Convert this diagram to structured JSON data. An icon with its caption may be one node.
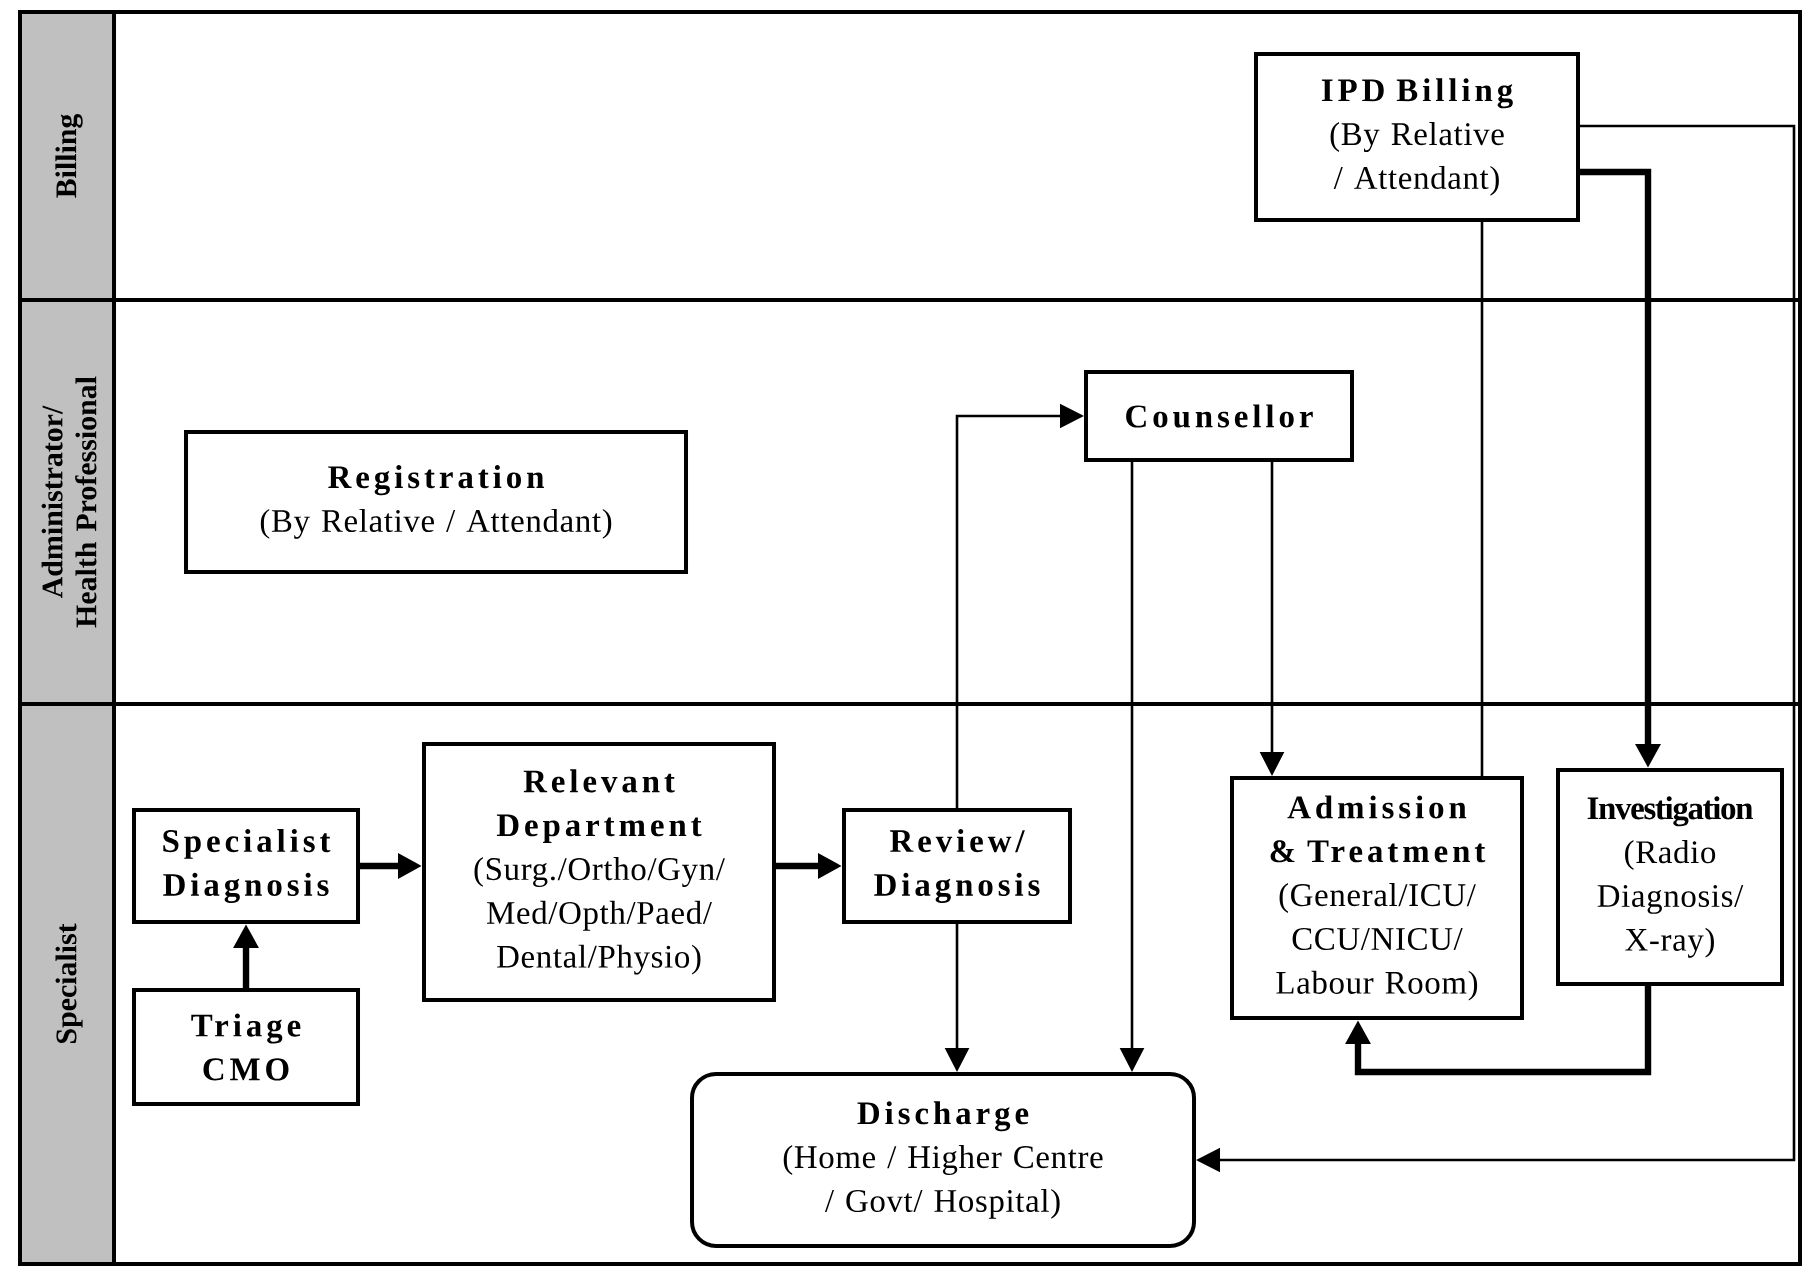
{
  "diagram": {
    "nodes": [
      {
        "text": [
          "Billing"
        ]
      },
      {
        "text": [
          "IPD Billing",
          "(By Relative / Attendant)"
        ],
        "in": 0
      },
      {
        "text": [
          "Administrator/ Health Professional"
        ]
      },
      {
        "text": [
          "Counsellor"
        ],
        "in": 2
      },
      {
        "text": [
          "Registration",
          "(By Relative / Attendant)"
        ],
        "in": 2
      },
      {
        "text": [
          "Specialist"
        ]
      },
      {
        "text": [
          "Specialist Diagnosis"
        ],
        "in": 5
      },
      {
        "text": [
          "Relevant Department",
          "(Surg./Ortho/Gyn/ Med/Opth/Paed/ Dental/Physio)"
        ],
        "in": 5
      },
      {
        "text": [
          "Review/ Diagnosis"
        ],
        "in": 5
      },
      {
        "text": [
          "Admission & Treatment",
          "(General/ICU/ CCU/NICU/ Labour Room)"
        ],
        "in": 5
      },
      {
        "text": [
          "Investigation",
          "(Radio Diagnosis/ X-ray)"
        ],
        "in": 5
      },
      {
        "text": [
          "Triage CMO"
        ],
        "in": 5
      },
      {
        "text": [
          "Discharge",
          "(Home / Higher Centre / Govt/ Hospital)"
        ],
        "in": 5
      }
    ],
    "edges": [
      {
        "from": 11,
        "to": 6,
        "arrow": "to",
        "style": "thick"
      },
      {
        "from": 6,
        "to": 7,
        "arrow": "to",
        "style": "thick"
      },
      {
        "from": 7,
        "to": 8,
        "arrow": "to",
        "style": "thick"
      },
      {
        "from": 8,
        "to": 3,
        "arrow": "to"
      },
      {
        "from": 8,
        "to": 12,
        "arrow": "to"
      },
      {
        "from": 3,
        "to": 12,
        "arrow": "to"
      },
      {
        "from": 3,
        "to": 9,
        "arrow": "to"
      },
      {
        "from": 1,
        "to": 9,
        "arrow": "none"
      },
      {
        "from": 1,
        "to": 10,
        "arrow": "to",
        "style": "thick"
      },
      {
        "from": 1,
        "to": 12,
        "arrow": "to"
      },
      {
        "from": 10,
        "to": 9,
        "arrow": "to",
        "style": "thick"
      }
    ]
  }
}
